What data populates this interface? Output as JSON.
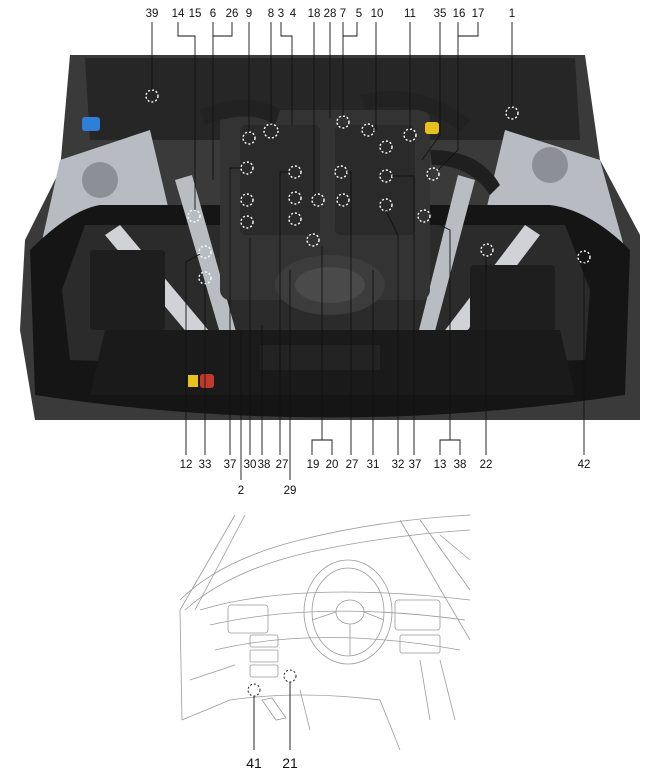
{
  "top_labels": [
    {
      "text": "39",
      "name": "label-39"
    },
    {
      "text": "14",
      "name": "label-14"
    },
    {
      "text": "15",
      "name": "label-15"
    },
    {
      "text": "6",
      "name": "label-6"
    },
    {
      "text": "26",
      "name": "label-26"
    },
    {
      "text": "9",
      "name": "label-9"
    },
    {
      "text": "8",
      "name": "label-8"
    },
    {
      "text": "3",
      "name": "label-3"
    },
    {
      "text": "4",
      "name": "label-4"
    },
    {
      "text": "18",
      "name": "label-18"
    },
    {
      "text": "28",
      "name": "label-28"
    },
    {
      "text": "7",
      "name": "label-7"
    },
    {
      "text": "5",
      "name": "label-5"
    },
    {
      "text": "10",
      "name": "label-10"
    },
    {
      "text": "11",
      "name": "label-11"
    },
    {
      "text": "35",
      "name": "label-35"
    },
    {
      "text": "16",
      "name": "label-16"
    },
    {
      "text": "17",
      "name": "label-17"
    },
    {
      "text": "1",
      "name": "label-1"
    }
  ],
  "bottom_labels": [
    {
      "text": "12",
      "name": "label-12"
    },
    {
      "text": "33",
      "name": "label-33"
    },
    {
      "text": "37",
      "name": "label-37-left"
    },
    {
      "text": "30",
      "name": "label-30"
    },
    {
      "text": "38",
      "name": "label-38-left"
    },
    {
      "text": "27",
      "name": "label-27-left"
    },
    {
      "text": "19",
      "name": "label-19"
    },
    {
      "text": "20",
      "name": "label-20"
    },
    {
      "text": "27",
      "name": "label-27-right"
    },
    {
      "text": "31",
      "name": "label-31"
    },
    {
      "text": "32",
      "name": "label-32"
    },
    {
      "text": "37",
      "name": "label-37-right"
    },
    {
      "text": "13",
      "name": "label-13"
    },
    {
      "text": "38",
      "name": "label-38-right"
    },
    {
      "text": "22",
      "name": "label-22"
    },
    {
      "text": "42",
      "name": "label-42"
    },
    {
      "text": "2",
      "name": "label-2"
    },
    {
      "text": "29",
      "name": "label-29"
    }
  ],
  "cabin_labels": [
    {
      "text": "41",
      "name": "label-41"
    },
    {
      "text": "21",
      "name": "label-21"
    }
  ],
  "colors": {
    "engine_bay_dark": "#1c1c1c",
    "cover_panel": "#2a2a2a",
    "strut_brace": "#cfcfcf",
    "washer_cap": "#2f7fd8",
    "oil_cap": "#e8c21a"
  }
}
